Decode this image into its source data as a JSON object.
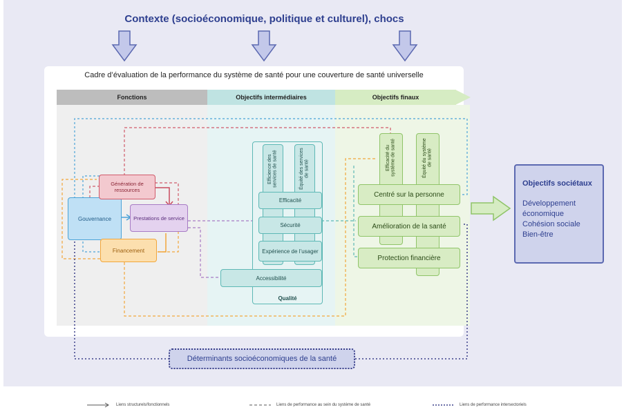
{
  "context_title": "Contexte (socioéconomique, politique et culturel), chocs",
  "frame_title": "Cadre d’évaluation de la performance du système de santé pour une couverture de santé universelle",
  "bands": {
    "functions": "Fonctions",
    "intermediate": "Objectifs intermédiaires",
    "final": "Objectifs finaux"
  },
  "functions": {
    "governance": "Gouvernance",
    "resources": "Génération de ressources",
    "service_delivery": "Prestations de service",
    "financing": "Financement"
  },
  "intermediate": {
    "efficiency_services": "Efficience des services de santé",
    "equity_services": "Équité des services de santé",
    "effectiveness": "Efficacité",
    "safety": "Sécurité",
    "user_experience": "Expérience de l’usager",
    "accessibility": "Accessibilité",
    "quality": "Qualité"
  },
  "final": {
    "efficiency_system": "Efficacité du système de santé",
    "equity_system": "Équité du système de santé",
    "person_centred": "Centré sur la personne",
    "health_improvement": "Amélioration de la santé",
    "financial_protection": "Protection financière"
  },
  "societal": {
    "title": "Objectifs sociétaux",
    "items": [
      "Développement",
      "économique",
      "Cohésion sociale",
      "Bien-être"
    ]
  },
  "determinants": "Déterminants socioéconomiques de la santé",
  "legend": {
    "structural": "Liens structurels/fonctionnels",
    "performance": "Liens de performance au sein du système de santé",
    "intersectoral": "Liens de performance intersectoriels"
  },
  "colors": {
    "title_blue": "#2e3f8f",
    "teal": "#5db8b5",
    "green": "#8fc468",
    "red": "#d05a6a",
    "purple": "#a77bc4",
    "orange": "#f2a63a",
    "blue": "#4aa3d8",
    "dotted_navy": "#3a3f8a"
  },
  "icons": [
    "down-arrow-icon",
    "right-arrow-icon"
  ]
}
